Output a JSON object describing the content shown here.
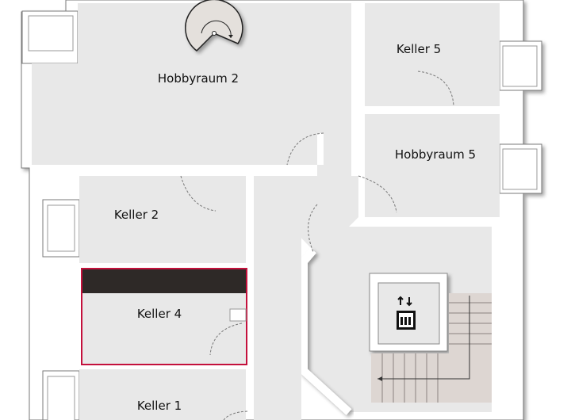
{
  "rooms": [
    {
      "id": "hobbyraum-2",
      "label": "Hobbyraum 2"
    },
    {
      "id": "keller-5",
      "label": "Keller 5"
    },
    {
      "id": "hobbyraum-5",
      "label": "Hobbyraum 5"
    },
    {
      "id": "keller-2",
      "label": "Keller 2"
    },
    {
      "id": "keller-4",
      "label": "Keller 4",
      "highlighted": true
    },
    {
      "id": "keller-1",
      "label": "Keller 1"
    }
  ],
  "colors": {
    "room": "#e8e8e8",
    "wall": "#ffffff",
    "highlight": "#c4103c",
    "highlight_band": "#2e2927"
  },
  "icons": [
    "spiral-staircase-icon",
    "elevator-icon",
    "staircase-icon"
  ]
}
